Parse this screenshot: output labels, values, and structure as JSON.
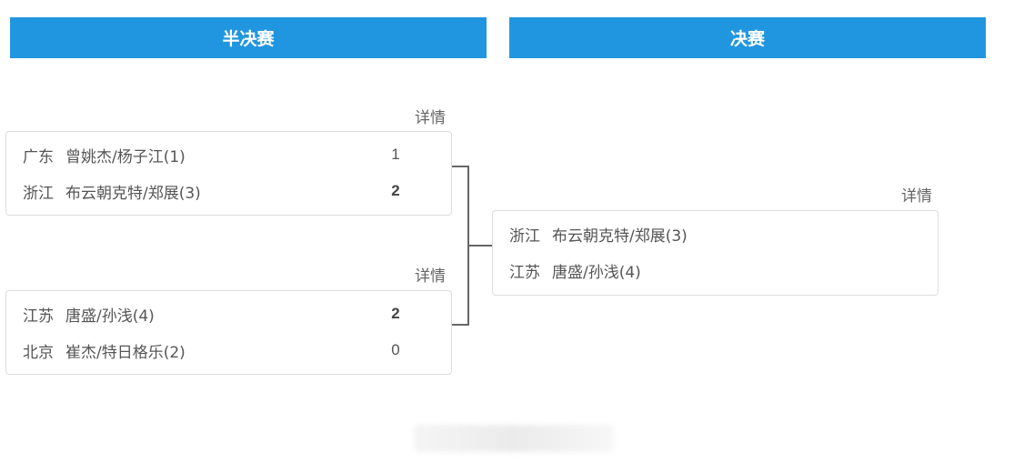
{
  "stages": {
    "semifinal": "半决赛",
    "final": "决赛"
  },
  "detail_label": "详情",
  "semifinals": [
    {
      "teams": [
        {
          "province": "广东",
          "players": "曾姚杰/杨子江(1)",
          "score": "1",
          "winner": false
        },
        {
          "province": "浙江",
          "players": "布云朝克特/郑展(3)",
          "score": "2",
          "winner": true
        }
      ]
    },
    {
      "teams": [
        {
          "province": "江苏",
          "players": "唐盛/孙浅(4)",
          "score": "2",
          "winner": true
        },
        {
          "province": "北京",
          "players": "崔杰/特日格乐(2)",
          "score": "0",
          "winner": false
        }
      ]
    }
  ],
  "final": {
    "teams": [
      {
        "province": "浙江",
        "players": "布云朝克特/郑展(3)",
        "score": ""
      },
      {
        "province": "江苏",
        "players": "唐盛/孙浅(4)",
        "score": ""
      }
    ]
  },
  "colors": {
    "header_bg": "#2196e0",
    "header_text": "#ffffff",
    "connector": "#666666",
    "card_border": "#dddddd"
  }
}
